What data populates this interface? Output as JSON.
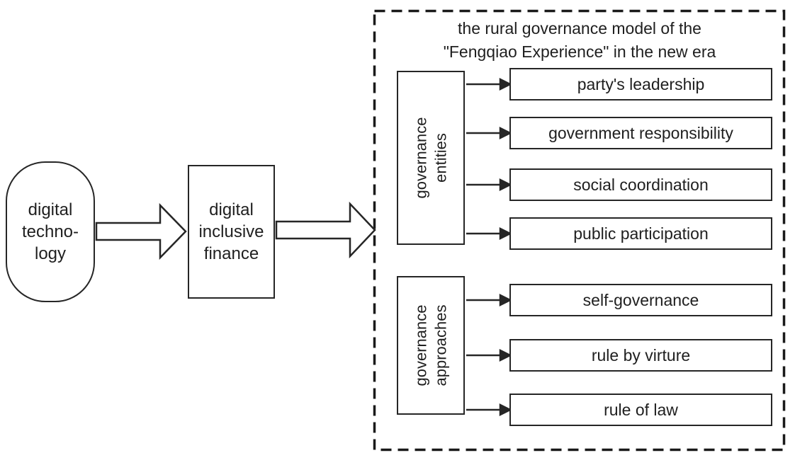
{
  "diagram": {
    "source_node": {
      "lines": [
        "digital",
        "techno-",
        "logy"
      ]
    },
    "middle_node": {
      "lines": [
        "digital",
        "inclusive",
        "finance"
      ]
    },
    "container": {
      "title_line1": "the rural governance model of the",
      "title_line2": "\"Fengqiao Experience\" in the new era",
      "groups": [
        {
          "label_line1": "governance",
          "label_line2": "entities",
          "items": [
            "party's leadership",
            "government responsibility",
            "social coordination",
            "public participation"
          ]
        },
        {
          "label_line1": "governance",
          "label_line2": "approaches",
          "items": [
            "self-governance",
            "rule by virture",
            "rule of law"
          ]
        }
      ]
    },
    "colors": {
      "stroke": "#262626",
      "background": "#ffffff"
    }
  }
}
